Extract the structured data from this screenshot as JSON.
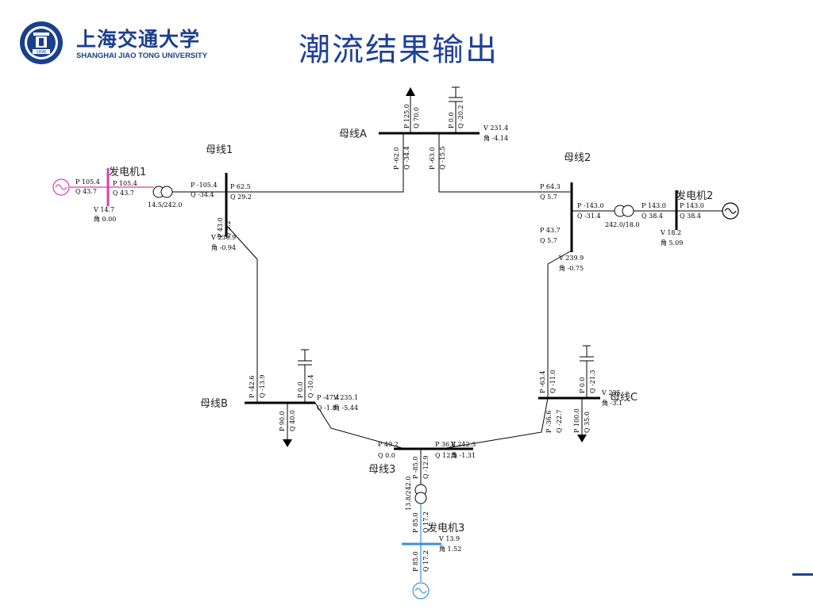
{
  "header": {
    "title": "潮流结果输出",
    "logo_cn": "上海交通大学",
    "logo_en": "SHANGHAI JIAO TONG UNIVERSITY",
    "logo_year": "1896"
  },
  "colors": {
    "title": "#1f3f9a",
    "line": "#000000",
    "gen1": "#d63fb6",
    "gen3": "#3e8fd6",
    "logo": "#1a3f8f"
  },
  "diagram": {
    "buses": {
      "busA": {
        "label": "母线A"
      },
      "bus1": {
        "label": "母线1"
      },
      "bus2": {
        "label": "母线2"
      },
      "busB": {
        "label": "母线B"
      },
      "busC": {
        "label": "母线C"
      },
      "bus3": {
        "label": "母线3"
      }
    },
    "generators": {
      "gen1": {
        "label": "发电机1",
        "p": "P 105.4",
        "q": "Q 43.7",
        "v": "V 14.7",
        "angle": "角 0.00",
        "p_out": "P 105.4",
        "q_out": "Q 43.7"
      },
      "gen2": {
        "label": "发电机2",
        "p": "P 143.0",
        "q": "Q 38.4",
        "v": "V 18.2",
        "angle": "角 5.09",
        "p_out": "P 143.0",
        "q_out": "Q 38.4"
      },
      "gen3": {
        "label": "发电机3",
        "p": "P 85.0",
        "q": "Q 17.2",
        "v": "V 13.9",
        "angle": "角 1.52",
        "p_out": "P 85.0",
        "q_out": "Q 17.2"
      }
    },
    "transformers": {
      "t1": {
        "ratio": "14.5/242.0",
        "p_in": "P -105.4",
        "q_in": "Q -34.4"
      },
      "t2": {
        "ratio": "242.0/18.0",
        "p_in": "P -143.0",
        "q_in": "Q -31.4"
      },
      "t3": {
        "ratio": "13.8/242.0",
        "p_in": "P -85.0",
        "q_in": "Q -12.9"
      }
    },
    "busA_values": {
      "load_p": "P 125.0",
      "load_q": "Q 70.0",
      "shunt_p": "P 0.0",
      "shunt_q": "Q -20.2",
      "to1_p": "P -62.0",
      "to1_q": "Q -34.4",
      "to2_p": "P -63.0",
      "to2_q": "Q -15.5",
      "v": "V 231.4",
      "angle": "角 -4.14"
    },
    "bus1_values": {
      "toA_p": "P 62.5",
      "toA_q": "Q 29.2",
      "toB_p": "P 43.0",
      "toB_q": "Q 5.2",
      "v": "V 236.9",
      "angle": "角 -0.94"
    },
    "bus2_values": {
      "toA_p": "P 64.3",
      "toA_q": "Q 5.7",
      "toC_p": "P 43.7",
      "toC_q": "Q 5.7",
      "v": "V 239.9",
      "angle": "角 -0.75"
    },
    "busB_values": {
      "from1_p": "P -42.6",
      "from1_q": "Q -13.9",
      "shunt_p": "P 0.0",
      "shunt_q": "Q -10.4",
      "to3_p": "P -47.4",
      "to3_q": "Q -1.8",
      "load_p": "P 90.0",
      "load_q": "Q 40.0",
      "v": "V 235.1",
      "angle": "角 -5.44"
    },
    "busC_values": {
      "from2_p": "P -63.4",
      "from2_q": "Q -11.0",
      "shunt_p": "P 0.0",
      "shunt_q": "Q -21.3",
      "to3_p": "P -36.6",
      "to3_q": "Q -22.7",
      "load_p": "P 100.0",
      "load_q": "Q 35.0",
      "v": "V 235",
      "angle": "角 -3.1"
    },
    "bus3_values": {
      "toB_p": "P 49.2",
      "toB_q": "Q 0.0",
      "toC_p": "P 36.8",
      "toC_q": "Q 12.5",
      "v": "V 242.3",
      "angle": "角 -1.31"
    }
  }
}
